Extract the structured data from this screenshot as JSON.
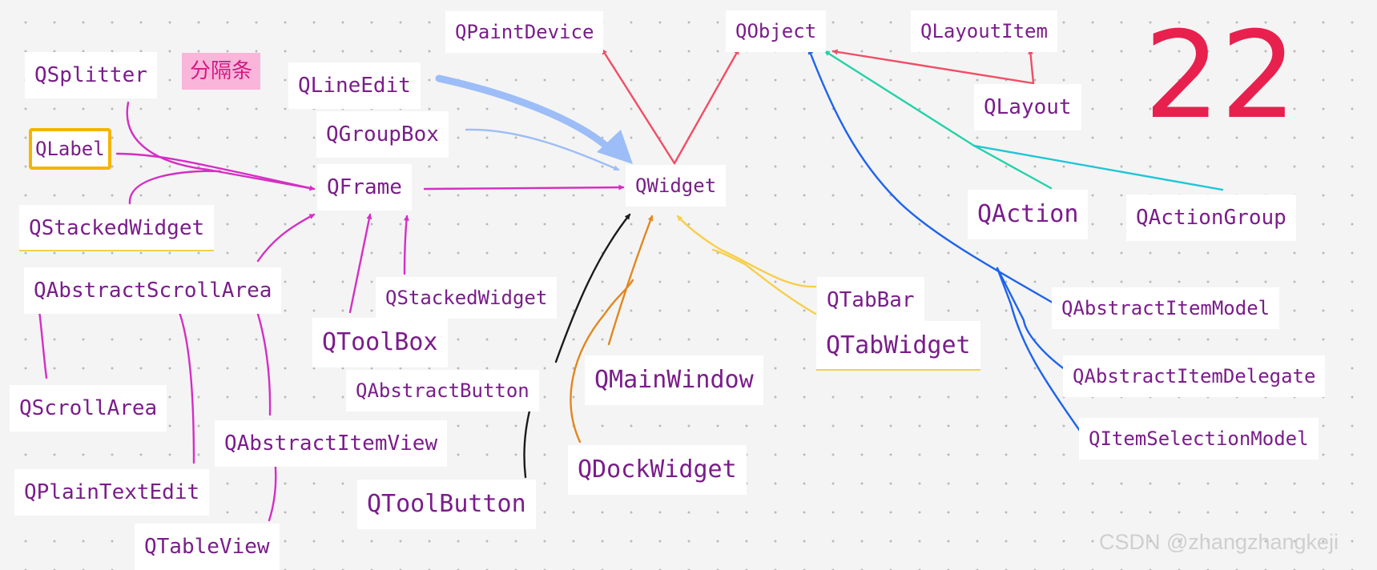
{
  "tag": {
    "label": "分隔条"
  },
  "number": "22",
  "watermark": "CSDN @zhangzhangkeji",
  "colors": {
    "magenta": "#d52ec4",
    "blue": "#1e63ec",
    "light_blue": "#9cbdf7",
    "red": "#f04e66",
    "teal": "#22d3a7",
    "cyan": "#1ec6d6",
    "yellow": "#f7cf49",
    "orange": "#e1871e",
    "black": "#1b1b1b",
    "node_text": "#7a1d8a",
    "number": "#e8204e",
    "tag_bg": "#f9b6da"
  },
  "nodes": {
    "qpaintdevice": "QPaintDevice",
    "qobject": "QObject",
    "qlayoutitem": "QLayoutItem",
    "qlayout": "QLayout",
    "qsplitter": "QSplitter",
    "qlineedit": "QLineEdit",
    "qgroupbox": "QGroupBox",
    "qlabel": "QLabel",
    "qframe": "QFrame",
    "qwidget": "QWidget",
    "qstackedwidget_left": "QStackedWidget",
    "qaction": "QAction",
    "qactiongroup": "QActionGroup",
    "qabstractscrollarea": "QAbstractScrollArea",
    "qstackedwidget_mid": "QStackedWidget",
    "qtabbar": "QTabBar",
    "qabstractitemmodel": "QAbstractItemModel",
    "qtoolbox": "QToolBox",
    "qtabwidget": "QTabWidget",
    "qmainwindow": "QMainWindow",
    "qabstractitemdelegate": "QAbstractItemDelegate",
    "qabstractbutton": "QAbstractButton",
    "qscrollarea": "QScrollArea",
    "qitemselectionmodel": "QItemSelectionModel",
    "qabstractitemview": "QAbstractItemView",
    "qdockwidget": "QDockWidget",
    "qplaintextedit": "QPlainTextEdit",
    "qtoolbutton": "QToolButton",
    "qtableview": "QTableView"
  }
}
